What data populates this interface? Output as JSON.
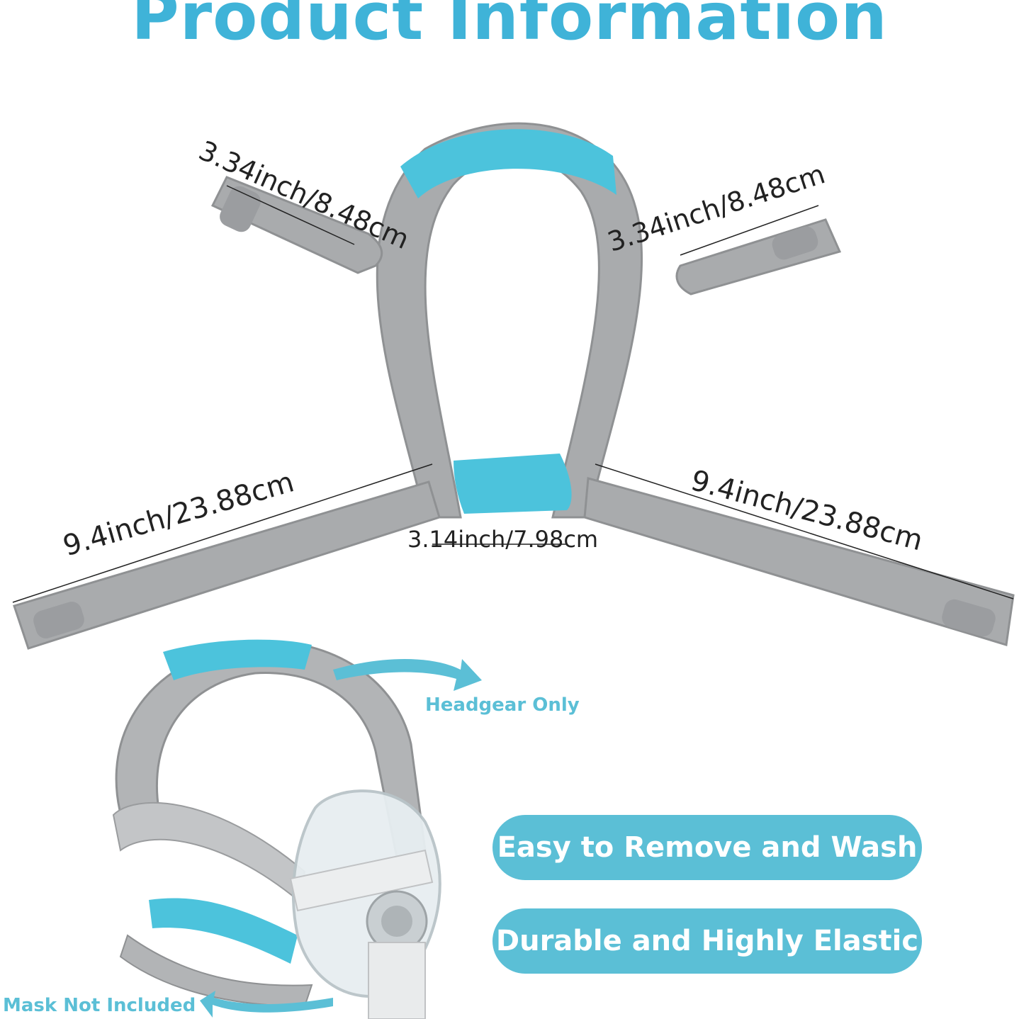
{
  "title": "Product Information",
  "dimensions": {
    "upper_left": "3.34inch/8.48cm",
    "upper_right": "3.34inch/8.48cm",
    "lower_left": "9.4inch/23.88cm",
    "lower_right": "9.4inch/23.88cm",
    "bottom_center": "3.14inch/7.98cm"
  },
  "notes": {
    "headgear": "Headgear Only",
    "mask": "Mask Not Included"
  },
  "features": [
    "Easy to Remove and Wash",
    "Durable and Highly Elastic"
  ],
  "colors": {
    "accent": "#3fb3d8",
    "pill": "#5bbfd6",
    "strap_gray": "#a9abad",
    "strap_teal": "#4cc3dc"
  }
}
